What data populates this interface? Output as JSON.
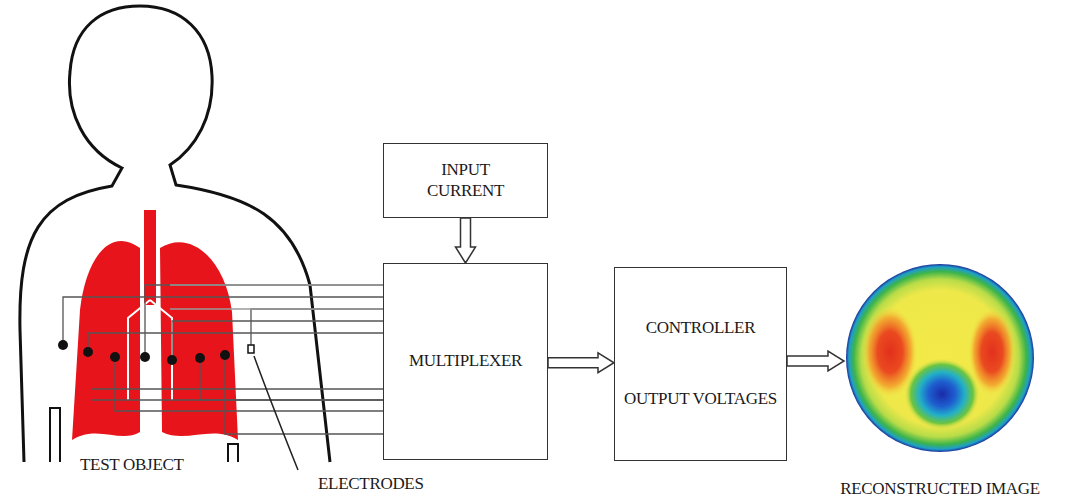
{
  "diagram": {
    "nodes": [
      {
        "text": [
          "INPUT CURRENT"
        ]
      },
      {
        "text": [
          "MULTIPLEXER"
        ]
      },
      {
        "text": [
          "CONTROLLER",
          "OUTPUT VOLTAGES"
        ]
      },
      {
        "text": [
          "RECONSTRUCTED IMAGE"
        ]
      }
    ],
    "edges": [
      {
        "from": 0,
        "to": 1,
        "arrow": "to"
      },
      {
        "from": 1,
        "to": 2,
        "arrow": "to"
      },
      {
        "from": 2,
        "to": 3,
        "arrow": "to"
      }
    ],
    "labels": [
      "TEST OBJECT",
      "ELECTRODES"
    ]
  }
}
